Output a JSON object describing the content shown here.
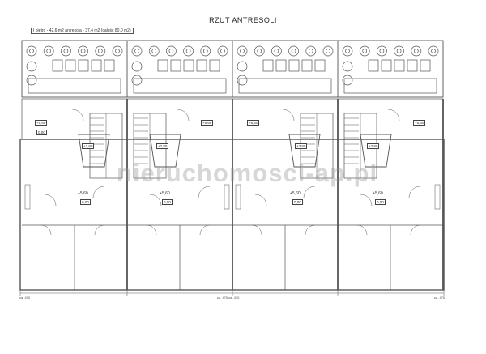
{
  "header": {
    "title": "RZUT ANTRESOLI",
    "area_note": "I piętro - 42,6 m2   antresola - 37,4 m2   (całość 80,0 m2)"
  },
  "watermark": "nieruchomosci-ap.pl",
  "units": [
    {
      "terrace_level": "+5,60",
      "stair_level": "+2,80",
      "room_level": "+5,60",
      "room_tag": "0,00",
      "terrace_tag": "0,00"
    },
    {
      "terrace_level": "+5,60",
      "stair_level": "+2,80",
      "room_level": "+5,60",
      "room_tag": "0,00"
    },
    {
      "terrace_level": "+5,60",
      "stair_level": "+3,80",
      "room_level": "+5,60",
      "room_tag": "0,00"
    },
    {
      "terrace_level": "+5,60",
      "stair_level": "+2,80",
      "room_level": "+5,60",
      "room_tag": "0,00"
    }
  ],
  "dimensions": {
    "left": "ca. 470",
    "middle": "ca. 470  ca. 470",
    "right": "ca. 470"
  }
}
